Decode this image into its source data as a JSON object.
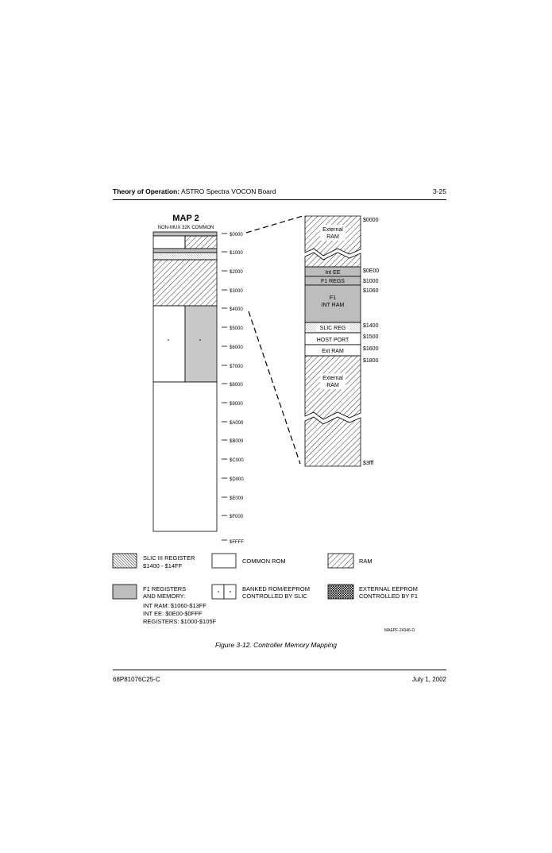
{
  "header": {
    "title_bold": "Theory of Operation:",
    "title_rest": " ASTRO Spectra VOCON Board",
    "page": "3-25"
  },
  "map": {
    "title": "MAP 2",
    "subtitle": "NON-MUX 32K COMMON",
    "addresses": [
      "$0000",
      "$1000",
      "$2000",
      "$3000",
      "$4000",
      "$5000",
      "$6000",
      "$7000",
      "$8000",
      "$9000",
      "$A000",
      "$B000",
      "$C000",
      "$D000",
      "$E000",
      "$F000",
      "$FFFF"
    ]
  },
  "detail": {
    "blocks": {
      "external_ram_top": [
        "External",
        "RAM"
      ],
      "int_ee": "Int EE",
      "f1_regs": "F1 REGS",
      "f1_int_ram": [
        "F1",
        "INT RAM"
      ],
      "slic_reg": "SLIC REG",
      "host_port": "HOST PORT",
      "ext_ram": "Ext RAM",
      "external_ram_bottom": [
        "External",
        "RAM"
      ]
    },
    "addresses": [
      "$0000",
      "$0E00",
      "$1000",
      "$1060",
      "$1400",
      "$1500",
      "$1600",
      "$1800",
      "$3fff"
    ]
  },
  "legend": {
    "slic": [
      "SLIC III REGISTER",
      "$1400 - $14FF"
    ],
    "common_rom": "COMMON ROM",
    "ram": "RAM",
    "f1": [
      "F1 REGISTERS",
      "AND MEMORY:"
    ],
    "f1_details": [
      "INT RAM: $1060-$13FF",
      "INT EE: $0E00-$0FFF",
      "REGISTERS: $1000-$105F"
    ],
    "banked": [
      "BANKED ROM/EEPROM",
      "CONTROLLED BY SLIC"
    ],
    "external_eeprom": [
      "EXTERNAL EEPROM",
      "CONTROLLED BY F1"
    ]
  },
  "figure_id": "MAEPF-24346-O",
  "caption": "Figure 3-12.  Controller Memory Mapping",
  "footer": {
    "left": "68P81076C25-C",
    "right": "July 1, 2002"
  },
  "colors": {
    "f1_fill": "#bdbdbd",
    "banked_right_fill": "#c8c8c8"
  }
}
